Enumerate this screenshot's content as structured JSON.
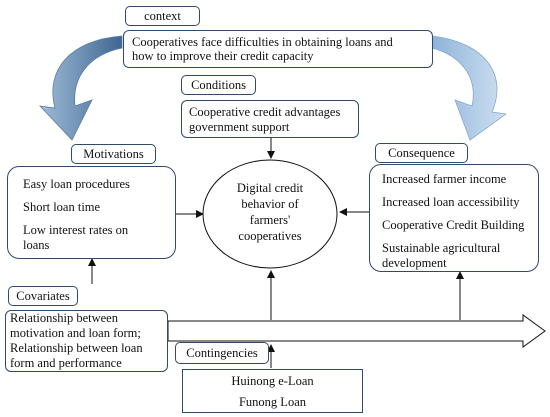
{
  "context": {
    "label": "context",
    "line1": "Cooperatives face difficulties in obtaining loans and",
    "line2": "how to improve their credit capacity"
  },
  "conditions": {
    "label": "Conditions",
    "line1": "Cooperative credit advantages",
    "line2": "government support"
  },
  "motivations": {
    "label": "Motivations",
    "items": [
      "Easy loan procedures",
      "Short loan time",
      "Low interest rates on",
      "loans"
    ]
  },
  "center": {
    "line1": "Digital credit",
    "line2": "behavior of",
    "line3": "farmers'",
    "line4": "cooperatives"
  },
  "consequence": {
    "label": "Consequence",
    "items": [
      "Increased farmer income",
      "Increased loan accessibility",
      "Cooperative Credit Building",
      "Sustainable agricultural",
      "development"
    ]
  },
  "covariates": {
    "label": "Covariates",
    "lines": [
      "Relationship between",
      "motivation and loan form;",
      "Relationship between loan",
      "form and performance"
    ]
  },
  "contingencies": {
    "label": "Contingencies",
    "items": [
      "Huinong e-Loan",
      "Funong Loan"
    ]
  },
  "colors": {
    "border": "#2f4a6b",
    "arrow_left": "#4a6f95",
    "arrow_right": "#8fb3d9"
  }
}
